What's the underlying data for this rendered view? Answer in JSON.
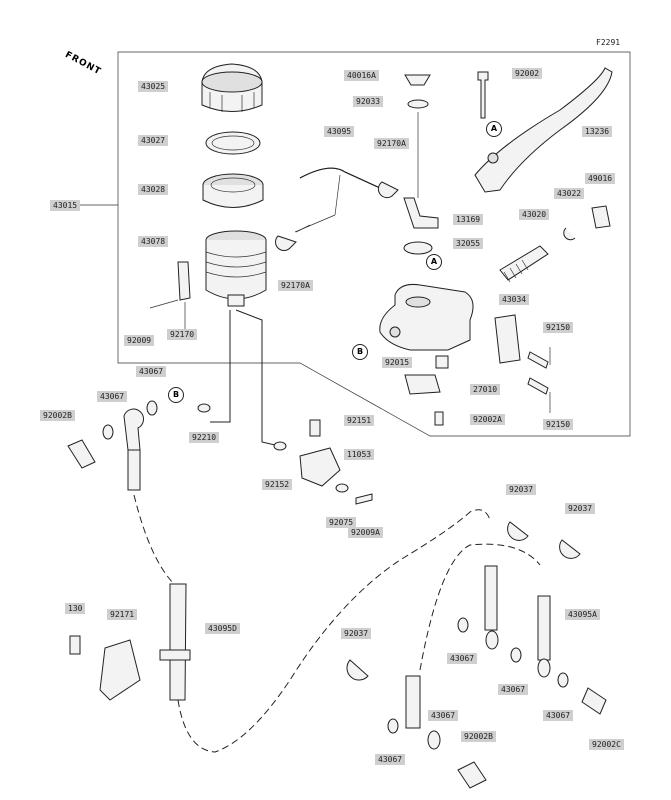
{
  "diagram_code": "F2291",
  "front_label": "FRONT",
  "callouts": {
    "a1": "A",
    "a2": "A",
    "b1": "B",
    "b2": "B"
  },
  "parts": {
    "p43025": "43025",
    "p43027": "43027",
    "p43028": "43028",
    "p43015": "43015",
    "p43078": "43078",
    "p92009": "92009",
    "p92170": "92170",
    "p43095": "43095",
    "p92170A_top": "92170A",
    "p92170A_low": "92170A",
    "p40016A": "40016A",
    "p92033": "92033",
    "p13169": "13169",
    "p32055": "32055",
    "p92002": "92002",
    "p13236": "13236",
    "p43022": "43022",
    "p49016": "49016",
    "p43020": "43020",
    "p43034": "43034",
    "p92150_a": "92150",
    "p92150_b": "92150",
    "p92015": "92015",
    "p27010": "27010",
    "p92002A": "92002A",
    "p92151": "92151",
    "p11053": "11053",
    "p92152": "92152",
    "p92075": "92075",
    "p92009A": "92009A",
    "p43067_l1": "43067",
    "p43067_l2": "43067",
    "p92002B_l": "92002B",
    "p92210": "92210",
    "p92037_a": "92037",
    "p92037_b": "92037",
    "p92037_c": "92037",
    "p43095A": "43095A",
    "p43095D": "43095D",
    "p130": "130",
    "p92171": "92171",
    "p43067_m1": "43067",
    "p43067_m2": "43067",
    "p43067_r": "43067",
    "p43067_b1": "43067",
    "p43067_b2": "43067",
    "p92002B_b": "92002B",
    "p92002C": "92002C"
  }
}
